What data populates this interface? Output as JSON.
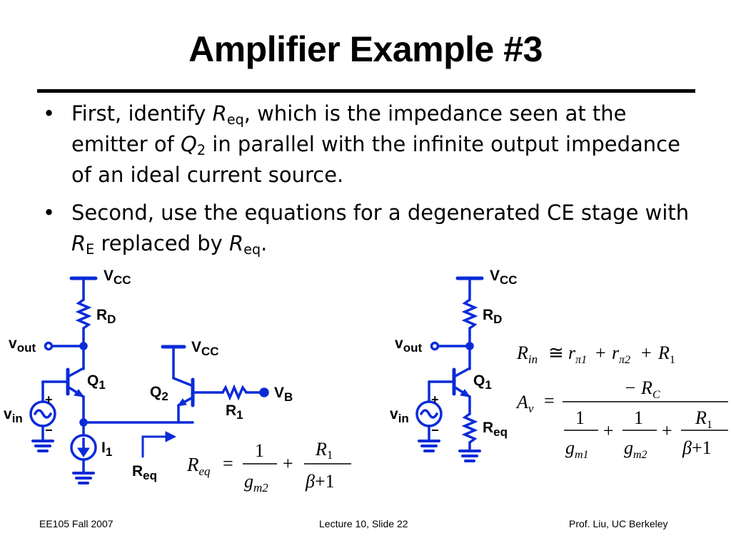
{
  "slide": {
    "title": "Amplifier Example #3",
    "bullets": [
      {
        "marker": "•",
        "p1": "First, identify ",
        "r_symbol": "R",
        "r_sub": "eq",
        "p2": ", which is the impedance seen at the emitter of ",
        "q_symbol": "Q",
        "q_sub": "2",
        "p3": " in parallel with the infinite output impedance of an ideal current source."
      },
      {
        "marker": "•",
        "p1": "Second, use the equations for a degenerated CE stage with ",
        "re_symbol": "R",
        "re_sub": "E",
        "p2": " replaced by ",
        "req_symbol": "R",
        "req_sub": "eq",
        "p3": "."
      }
    ]
  },
  "left_circuit": {
    "vcc": "V",
    "vcc_sub": "CC",
    "rd": "R",
    "rd_sub": "D",
    "vout": "v",
    "vout_sub": "out",
    "q1": "Q",
    "q1_sub": "1",
    "vin": "v",
    "vin_sub": "in",
    "plus": "+",
    "minus": "−",
    "i1": "I",
    "i1_sub": "1",
    "vcc2": "V",
    "vcc2_sub": "CC",
    "q2": "Q",
    "q2_sub": "2",
    "vb": "V",
    "vb_sub": "B",
    "r1": "R",
    "r1_sub": "1",
    "req": "R",
    "req_sub": "eq"
  },
  "right_circuit": {
    "vcc": "V",
    "vcc_sub": "CC",
    "rd": "R",
    "rd_sub": "D",
    "vout": "v",
    "vout_sub": "out",
    "q1": "Q",
    "q1_sub": "1",
    "vin": "v",
    "vin_sub": "in",
    "plus": "+",
    "minus": "−",
    "req": "R",
    "req_sub": "eq"
  },
  "equations": {
    "req_eq": {
      "lhs": "R",
      "lhs_sub": "eq",
      "eq": "=",
      "t1_num": "1",
      "t1_den": "g",
      "t1_den_sub": "m2",
      "plus": "+",
      "t2_num": "R",
      "t2_num_sub": "1",
      "t2_den_beta": "β",
      "t2_den_rest": "+1"
    },
    "rin_eq": {
      "lhs": "R",
      "lhs_sub": "in",
      "approx": "≅",
      "a": "r",
      "a_sub": "π1",
      "plus1": "+",
      "b": "r",
      "b_sub": "π2",
      "plus2": "+",
      "c": "R",
      "c_sub": "1"
    },
    "av_eq": {
      "lhs": "A",
      "lhs_sub": "v",
      "eq": "=",
      "num": "− R",
      "num_sub": "C",
      "d1_num": "1",
      "d1_den": "g",
      "d1_den_sub": "m1",
      "plus1": "+",
      "d2_num": "1",
      "d2_den": "g",
      "d2_den_sub": "m2",
      "plus2": "+",
      "d3_num": "R",
      "d3_num_sub": "1",
      "d3_den_beta": "β",
      "d3_den_rest": "+1"
    }
  },
  "footer": {
    "left": "EE105 Fall 2007",
    "center": "Lecture 10, Slide 22",
    "right": "Prof. Liu, UC Berkeley"
  },
  "colors": {
    "wire": "#0b2bd8",
    "text": "#000000",
    "background": "#ffffff"
  }
}
